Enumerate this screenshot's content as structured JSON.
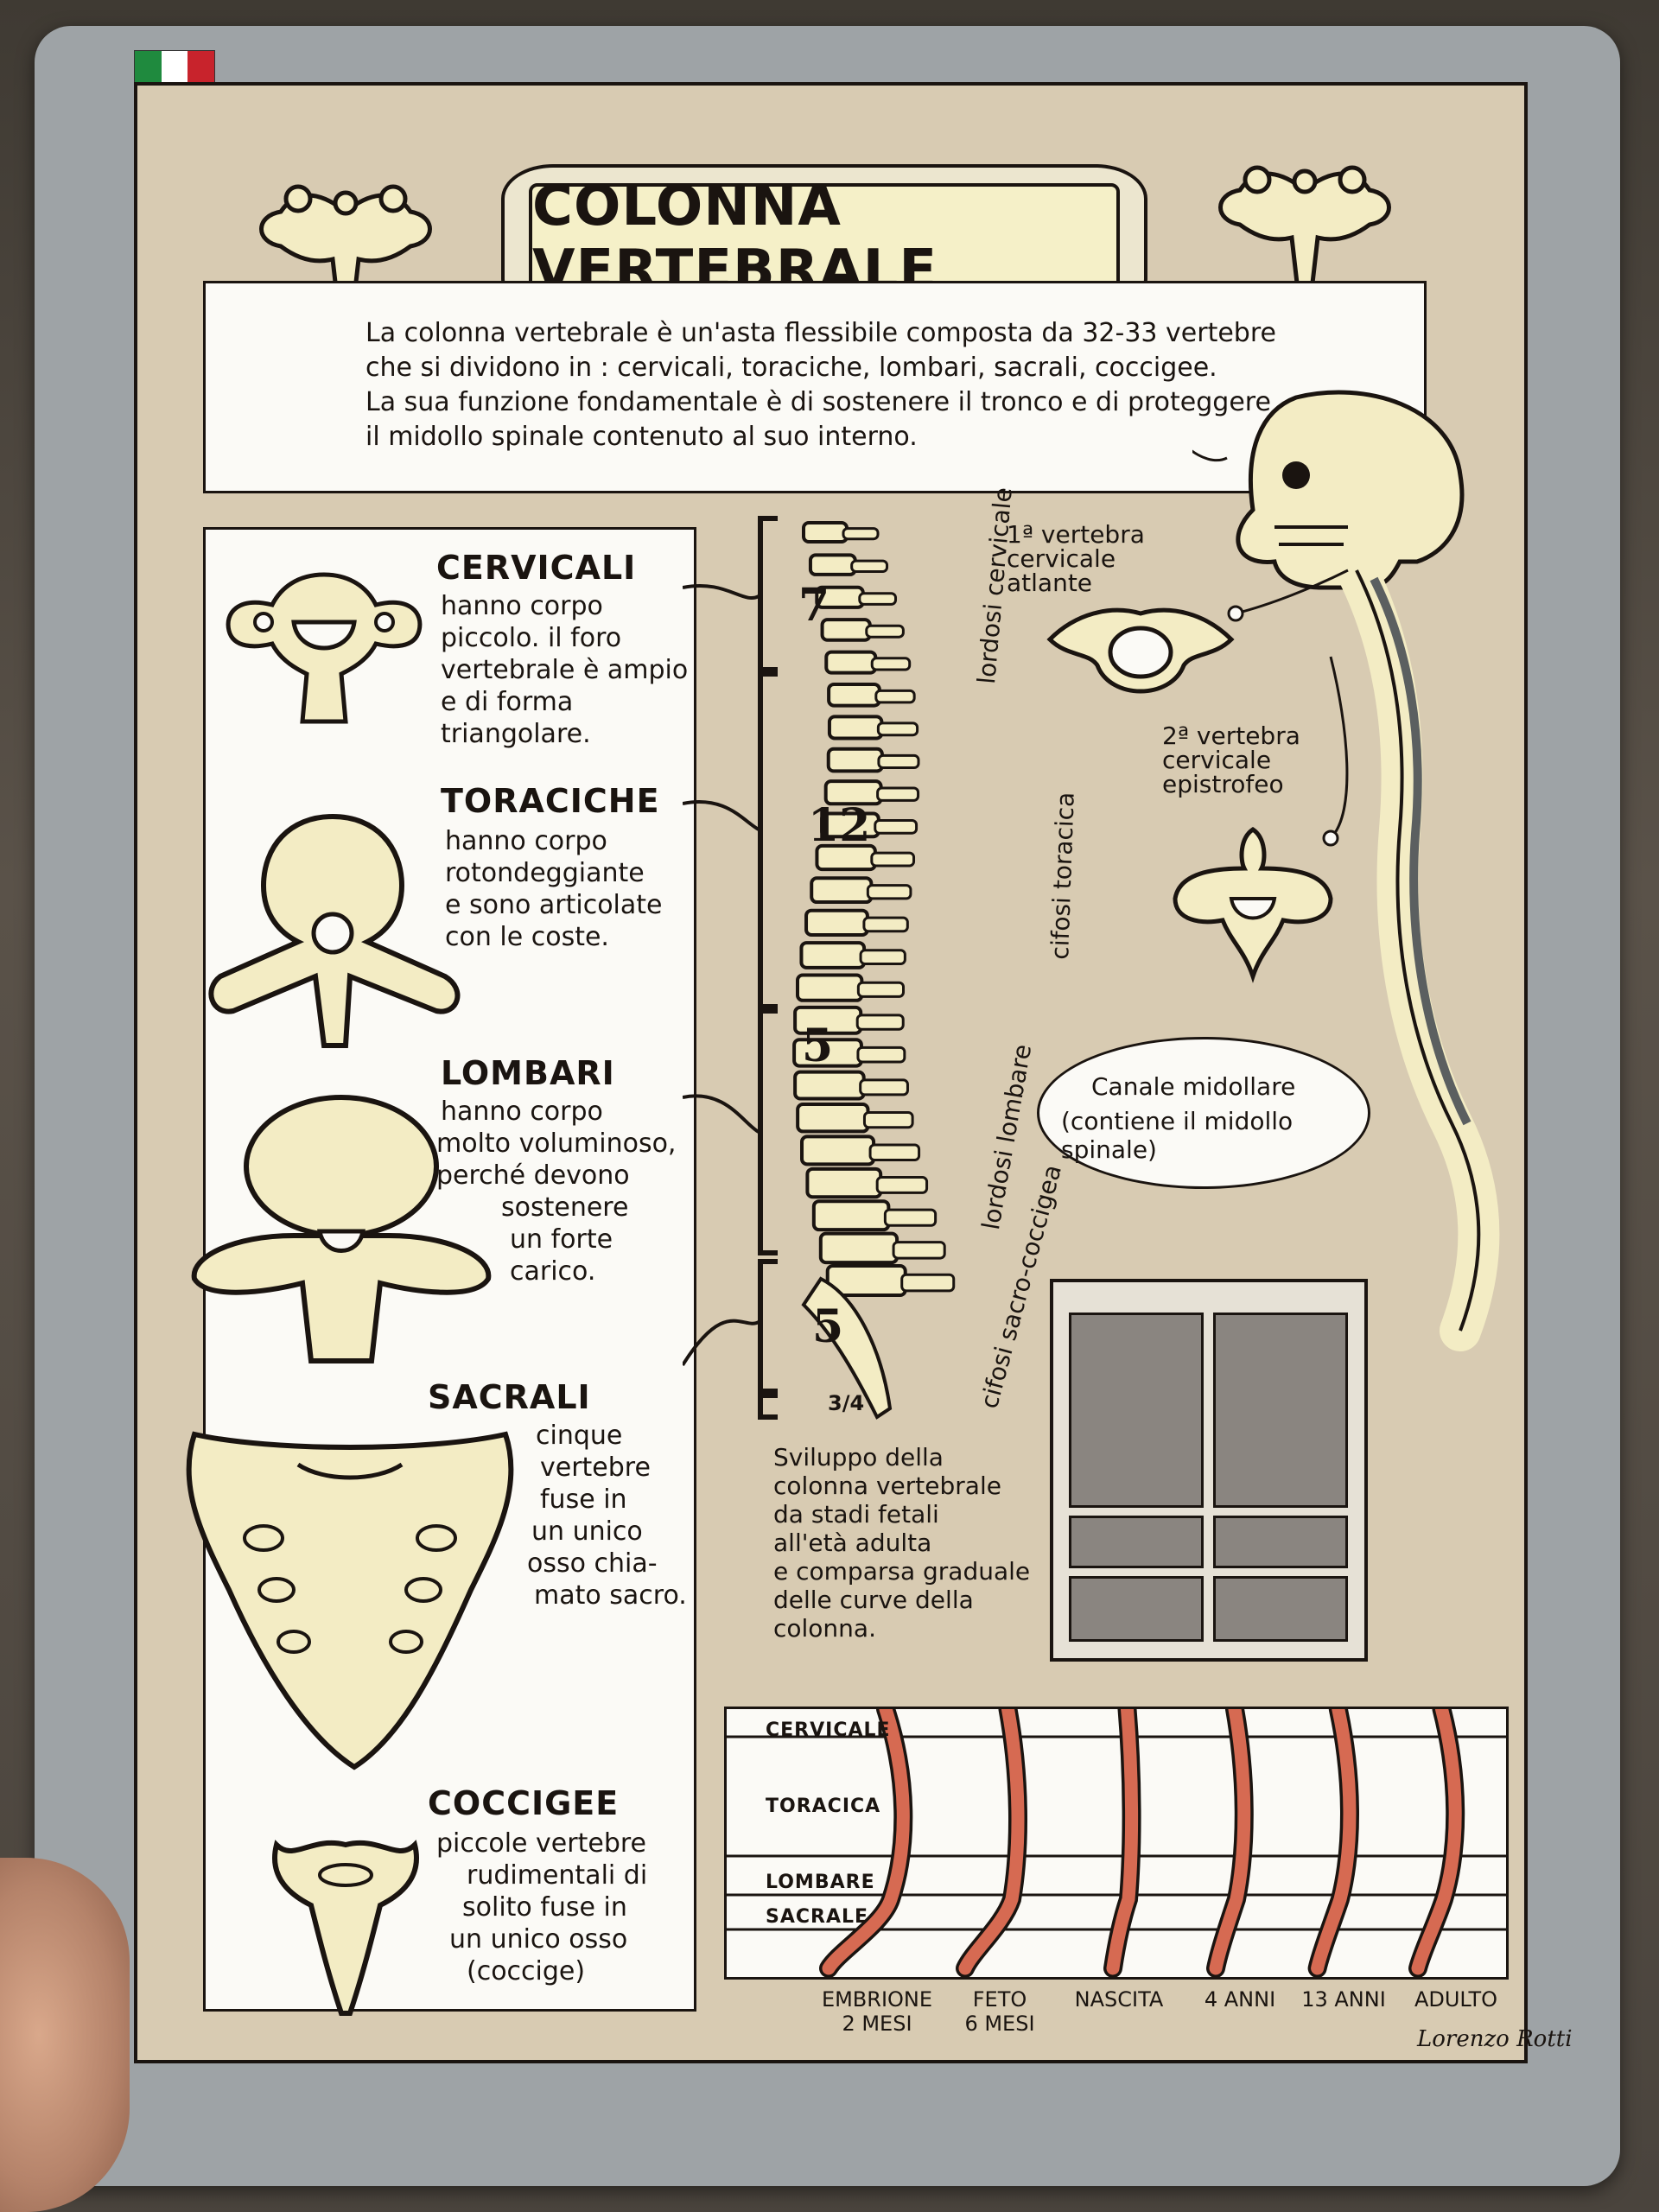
{
  "title": "COLONNA VERTEBRALE",
  "intro": [
    "La colonna vertebrale è un'asta flessibile composta da 32-33 vertebre",
    "che si dividono in : cervicali, toraciche, lombari, sacrali, coccigee.",
    "La sua funzione fondamentale è di sostenere il tronco e di proteggere",
    "il midollo spinale contenuto al suo interno."
  ],
  "sections": {
    "cervicali": {
      "title": "CERVICALI",
      "lines": [
        "hanno corpo",
        "piccolo. il foro",
        "vertebrale è ampio",
        "e di forma",
        "triangolare."
      ]
    },
    "toraciche": {
      "title": "TORACICHE",
      "lines": [
        "hanno corpo",
        "rotondeggiante",
        "e sono articolate",
        "con le coste."
      ]
    },
    "lombari": {
      "title": "LOMBARI",
      "lines": [
        "hanno corpo",
        "molto voluminoso,",
        "perché devono",
        "sostenere",
        "un forte",
        "carico."
      ]
    },
    "sacrali": {
      "title": "SACRALI",
      "lines": [
        "cinque",
        "vertebre",
        "fuse in",
        "un unico",
        "osso chia-",
        "mato sacro."
      ]
    },
    "coccigee": {
      "title": "COCCIGEE",
      "lines": [
        "piccole vertebre",
        "rudimentali di",
        "solito fuse in",
        "un unico osso",
        "(coccige)"
      ]
    }
  },
  "counts": [
    "7",
    "12",
    "5",
    "5",
    "3/4"
  ],
  "curves": {
    "cervical": "lordosi cervicale",
    "thoracic": "cifosi toracica",
    "lumbar": "lordosi lombare",
    "sacral": "cifosi sacro-coccigea"
  },
  "atlas": [
    "1ª vertebra",
    "cervicale",
    "atlante"
  ],
  "axis": [
    "2ª vertebra",
    "cervicale",
    "epistrofeo"
  ],
  "canal": [
    "Canale midollare",
    "(contiene il midollo spinale)"
  ],
  "development": [
    "Sviluppo della",
    "colonna vertebrale",
    "da stadi fetali",
    "all'età adulta",
    "e comparsa graduale",
    "delle curve della",
    "colonna."
  ],
  "dev_rows": [
    "CERVICALE",
    "TORACICA",
    "LOMBARE",
    "SACRALE"
  ],
  "stages": [
    [
      "EMBRIONE",
      "2 MESI"
    ],
    [
      "FETO",
      "6 MESI"
    ],
    [
      "NASCITA",
      ""
    ],
    [
      "4 ANNI",
      ""
    ],
    [
      "13 ANNI",
      ""
    ],
    [
      "ADULTO",
      ""
    ]
  ],
  "signature": "Lorenzo Rotti",
  "colors": {
    "parchment": "#d8cbb2",
    "bone": "#f3ecc4",
    "spine_curve": "#d66a52",
    "flag_green": "#1f8a3e",
    "flag_white": "#ffffff",
    "flag_red": "#c8232c"
  }
}
